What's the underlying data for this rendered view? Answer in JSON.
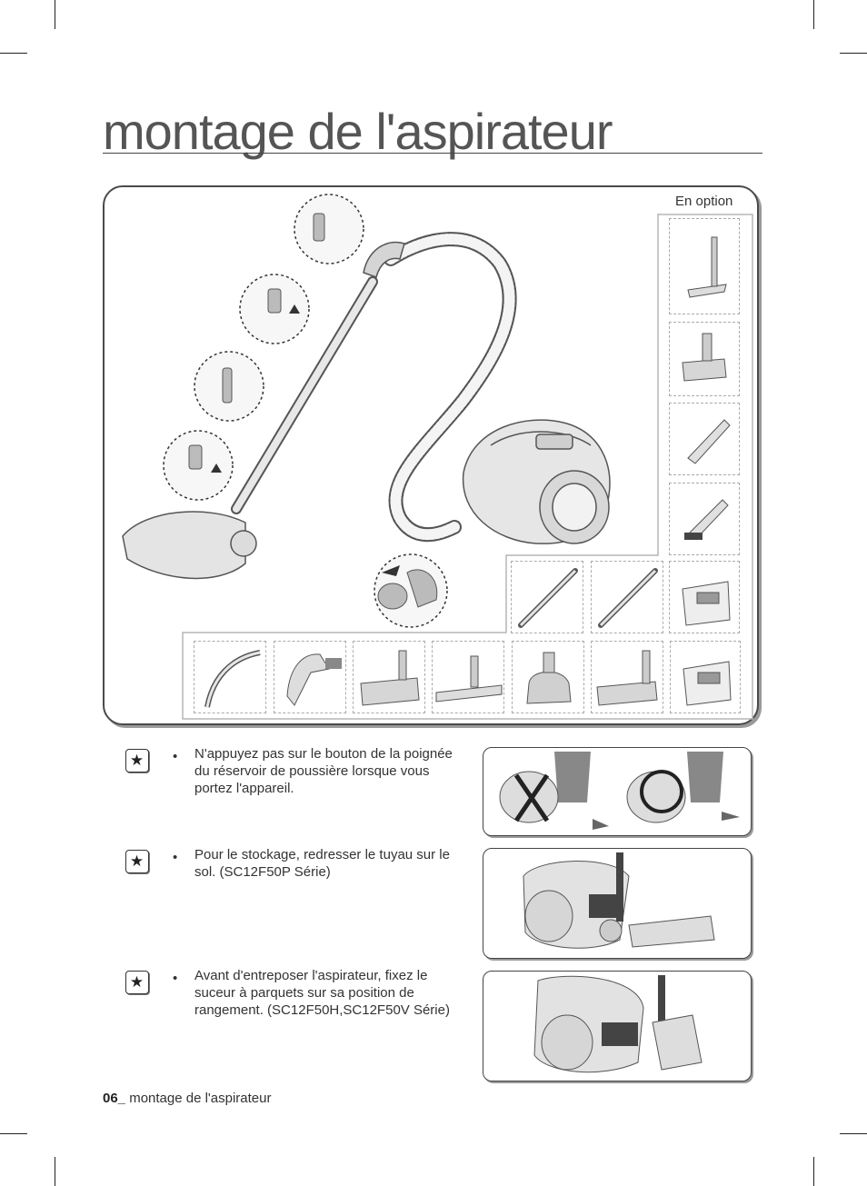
{
  "page": {
    "title": "montage de l'aspirateur",
    "footer_number": "06_",
    "footer_text": " montage de l'aspirateur"
  },
  "main": {
    "optional_label": "En option",
    "optional_items": [
      "telescopic-wand-with-floor-brush",
      "turbo-brush",
      "crevice-tool",
      "dusting-brush",
      "telescopic-pipe",
      "telescopic-pipe",
      "accessory-bag"
    ],
    "bottom_items": [
      "hose",
      "handle",
      "floor-nozzle",
      "parquet-nozzle",
      "turbo-brush",
      "floor-nozzle",
      "accessory-bag"
    ]
  },
  "notes": [
    {
      "icon": "star-icon",
      "bullet": "•",
      "text": "N'appuyez pas sur le bouton de la poignée du réservoir de poussière lorsque vous portez l'appareil."
    },
    {
      "icon": "star-icon",
      "bullet": "•",
      "text": "Pour le stockage, redresser le tuyau sur le sol. (SC12F50P Série)"
    },
    {
      "icon": "star-icon",
      "bullet": "•",
      "text": "Avant d'entreposer l'aspirateur, fixez le suceur à parquets sur sa position de rangement. (SC12F50H,SC12F50V Série)"
    }
  ]
}
